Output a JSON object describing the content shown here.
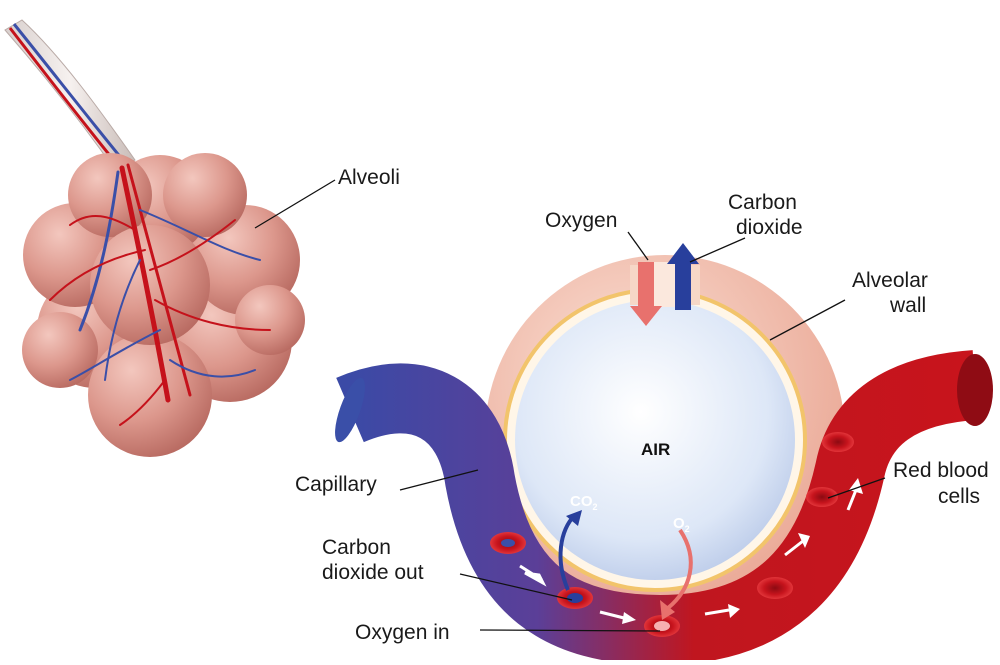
{
  "labels": {
    "alveoli": "Alveoli",
    "oxygen": "Oxygen",
    "carbon_dioxide": [
      "Carbon",
      "dioxide"
    ],
    "alveolar_wall": [
      "Alveolar",
      "wall"
    ],
    "capillary": "Capillary",
    "red_blood_cells": [
      "Red blood",
      "cells"
    ],
    "carbon_dioxide_out": [
      "Carbon",
      "dioxide out"
    ],
    "oxygen_in": "Oxygen in",
    "air": "AIR",
    "co2": "CO",
    "co2_sub": "2",
    "o2": "O",
    "o2_sub": "2"
  },
  "colors": {
    "alveolus_pink": "#d9958a",
    "vein_blue": "#3a4fa8",
    "artery_red": "#c5121b",
    "air_sac": "#dfe8f8",
    "oxygen_arrow": "#e8716d",
    "co2_arrow": "#283f9c"
  }
}
